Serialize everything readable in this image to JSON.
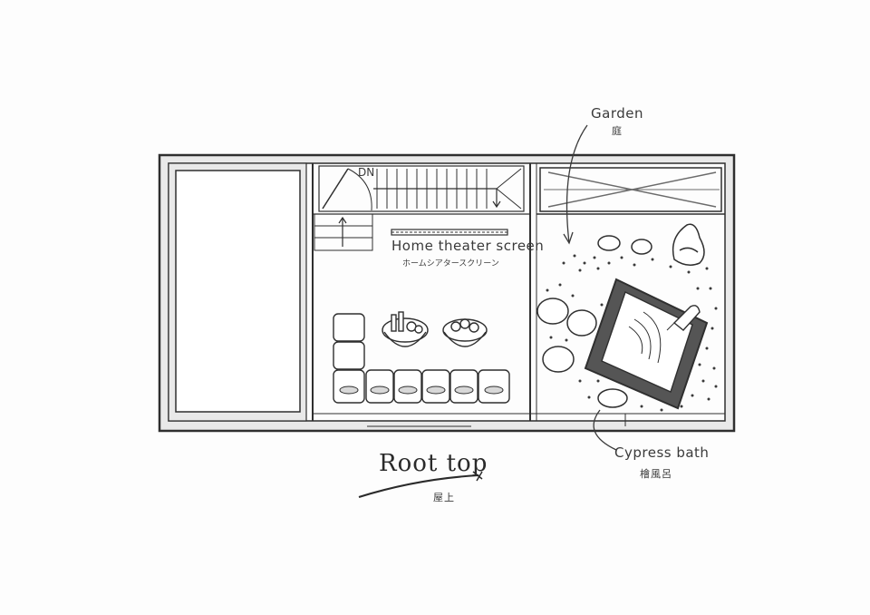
{
  "labels": {
    "garden_en": "Garden",
    "garden_jp": "庭",
    "dn": "DN",
    "screen_en": "Home theater screen",
    "screen_jp": "ホームシアタースクリーン",
    "bath_en": "Cypress bath",
    "bath_jp": "檜風呂",
    "title_en": "Root top",
    "title_jp": "屋上"
  },
  "colors": {
    "ink": "#2f2f2f",
    "wall_fill": "#e9e9e9",
    "bath_fill": "#555555",
    "paper": "#fdfdfd"
  }
}
